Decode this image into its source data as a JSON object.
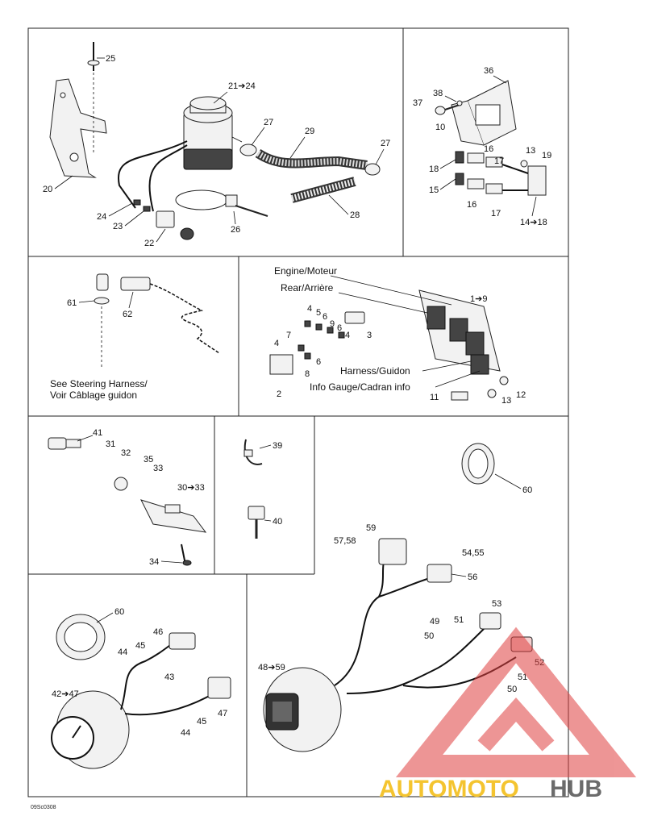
{
  "diagram": {
    "code": "09Sc0308",
    "labels": {
      "p20": "20",
      "p21": "21➔24",
      "p22": "22",
      "p23": "23",
      "p24": "24",
      "p25": "25",
      "p26": "26",
      "p27a": "27",
      "p27b": "27",
      "p28": "28",
      "p29": "29",
      "p36": "36",
      "p38": "38",
      "p37": "37",
      "p10": "10",
      "p16a": "16",
      "p17a": "17",
      "p13a": "13",
      "p19": "19",
      "p18": "18",
      "p15": "15",
      "p16b": "16",
      "p17b": "17",
      "p14": "14➔18",
      "p61": "61",
      "p62": "62",
      "p1": "1➔9",
      "p3": "3",
      "p4a": "4",
      "p5": "5",
      "p6a": "6",
      "p9": "9",
      "p6b": "6",
      "p4b": "4",
      "p7": "7",
      "p4c": "4",
      "p6c": "6",
      "p8": "8",
      "p2": "2",
      "p11": "11",
      "p12": "12",
      "p13b": "13",
      "p41": "41",
      "p31": "31",
      "p32": "32",
      "p35": "35",
      "p33a": "33",
      "p30": "30➔33",
      "p34": "34",
      "p39": "39",
      "p40": "40",
      "p60a": "60",
      "p59": "59",
      "p5758": "57,58",
      "p5455": "54,55",
      "p56": "56",
      "p53": "53",
      "p49": "49",
      "p51a": "51",
      "p50a": "50",
      "p52": "52",
      "p51b": "51",
      "p50b": "50",
      "p4859": "48➔59",
      "p60b": "60",
      "p46": "46",
      "p45a": "45",
      "p44a": "44",
      "p43": "43",
      "p47": "47",
      "p45b": "45",
      "p44b": "44",
      "p4247": "42➔47"
    },
    "texts": {
      "engine": "Engine/Moteur",
      "rear": "Rear/Arrière",
      "harness": "Harness/Guidon",
      "info_gauge": "Info Gauge/Cadran info",
      "see_steering_1": "See Steering Harness/",
      "see_steering_2": "Voir Câblage guidon"
    }
  },
  "watermark": {
    "part1": "AUTOMOTO",
    "part2": "HUB",
    "color1": "#f4c430",
    "color2": "#6b6b6b",
    "triangle_color": "#e04040"
  }
}
